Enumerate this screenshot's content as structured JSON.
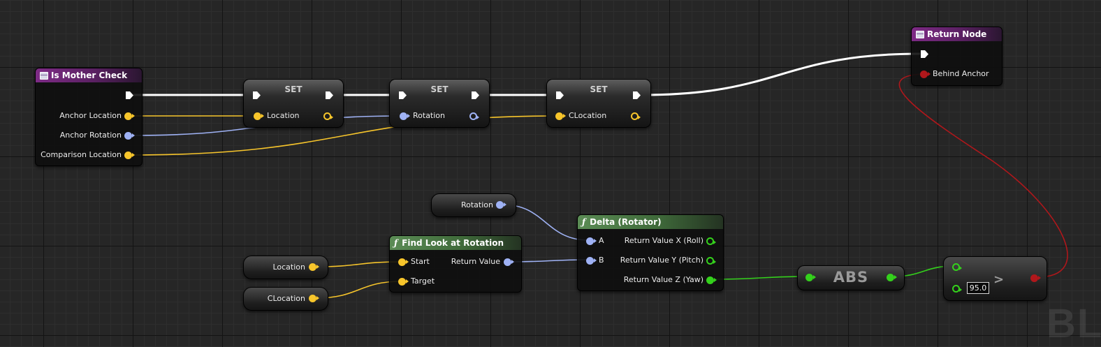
{
  "colors": {
    "exec": "#ffffff",
    "vector": "#f7c52b",
    "rotator": "#9fb2f5",
    "float": "#34d11c",
    "boolean": "#b0171b"
  },
  "nodes": {
    "is_mother_check": {
      "title": "Is Mother Check",
      "icon": "function-entry-icon",
      "outputs": [
        "Anchor Location",
        "Anchor Rotation",
        "Comparison Location"
      ]
    },
    "set1": {
      "title": "SET",
      "input": "Location"
    },
    "set2": {
      "title": "SET",
      "input": "Rotation"
    },
    "set3": {
      "title": "SET",
      "input": "CLocation"
    },
    "return_node": {
      "title": "Return Node",
      "icon": "function-result-icon",
      "input": "Behind Anchor"
    },
    "rotation_getter": {
      "label": "Rotation"
    },
    "location_getter": {
      "label": "Location"
    },
    "clocation_getter": {
      "label": "CLocation"
    },
    "find_look_at": {
      "title": "Find Look at Rotation",
      "icon_glyph": "ƒ",
      "inputs": [
        "Start",
        "Target"
      ],
      "output": "Return Value"
    },
    "delta_rotator": {
      "title": "Delta (Rotator)",
      "icon_glyph": "ƒ",
      "inputs": [
        "A",
        "B"
      ],
      "outputs": [
        "Return Value X (Roll)",
        "Return Value Y (Pitch)",
        "Return Value Z (Yaw)"
      ]
    },
    "abs": {
      "title": "ABS"
    },
    "greater": {
      "operator": ">",
      "value": "95.0"
    }
  },
  "watermark": "BL"
}
